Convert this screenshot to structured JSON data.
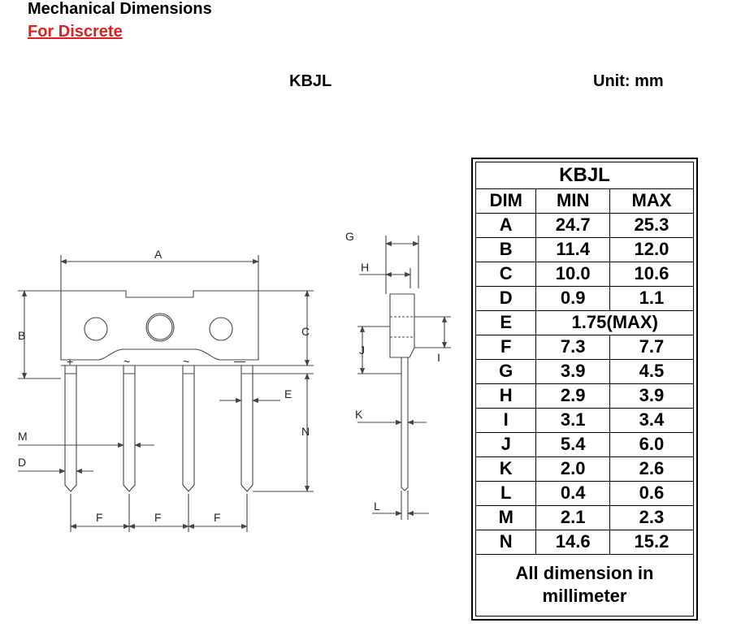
{
  "header": {
    "title": "Mechanical Dimensions",
    "link": "For Discrete",
    "model": "KBJL",
    "unit": "Unit: mm"
  },
  "drawing": {
    "labels": {
      "A": "A",
      "B": "B",
      "C": "C",
      "D": "D",
      "E": "E",
      "F": "F",
      "G": "G",
      "H": "H",
      "I": "I",
      "J": "J",
      "K": "K",
      "L": "L",
      "M": "M",
      "N": "N",
      "plus": "+",
      "ac": "~",
      "minus": "—"
    }
  },
  "table": {
    "title": "KBJL",
    "headers": [
      "DIM",
      "MIN",
      "MAX"
    ],
    "rows": [
      {
        "dim": "A",
        "min": "24.7",
        "max": "25.3"
      },
      {
        "dim": "B",
        "min": "11.4",
        "max": "12.0"
      },
      {
        "dim": "C",
        "min": "10.0",
        "max": "10.6"
      },
      {
        "dim": "D",
        "min": "0.9",
        "max": "1.1"
      },
      {
        "dim": "E",
        "merged": "1.75(MAX)"
      },
      {
        "dim": "F",
        "min": "7.3",
        "max": "7.7"
      },
      {
        "dim": "G",
        "min": "3.9",
        "max": "4.5"
      },
      {
        "dim": "H",
        "min": "2.9",
        "max": "3.9"
      },
      {
        "dim": "I",
        "min": "3.1",
        "max": "3.4"
      },
      {
        "dim": "J",
        "min": "5.4",
        "max": "6.0"
      },
      {
        "dim": "K",
        "min": "2.0",
        "max": "2.6"
      },
      {
        "dim": "L",
        "min": "0.4",
        "max": "0.6"
      },
      {
        "dim": "M",
        "min": "2.1",
        "max": "2.3"
      },
      {
        "dim": "N",
        "min": "14.6",
        "max": "15.2"
      }
    ],
    "footer": "All dimension in millimeter"
  }
}
